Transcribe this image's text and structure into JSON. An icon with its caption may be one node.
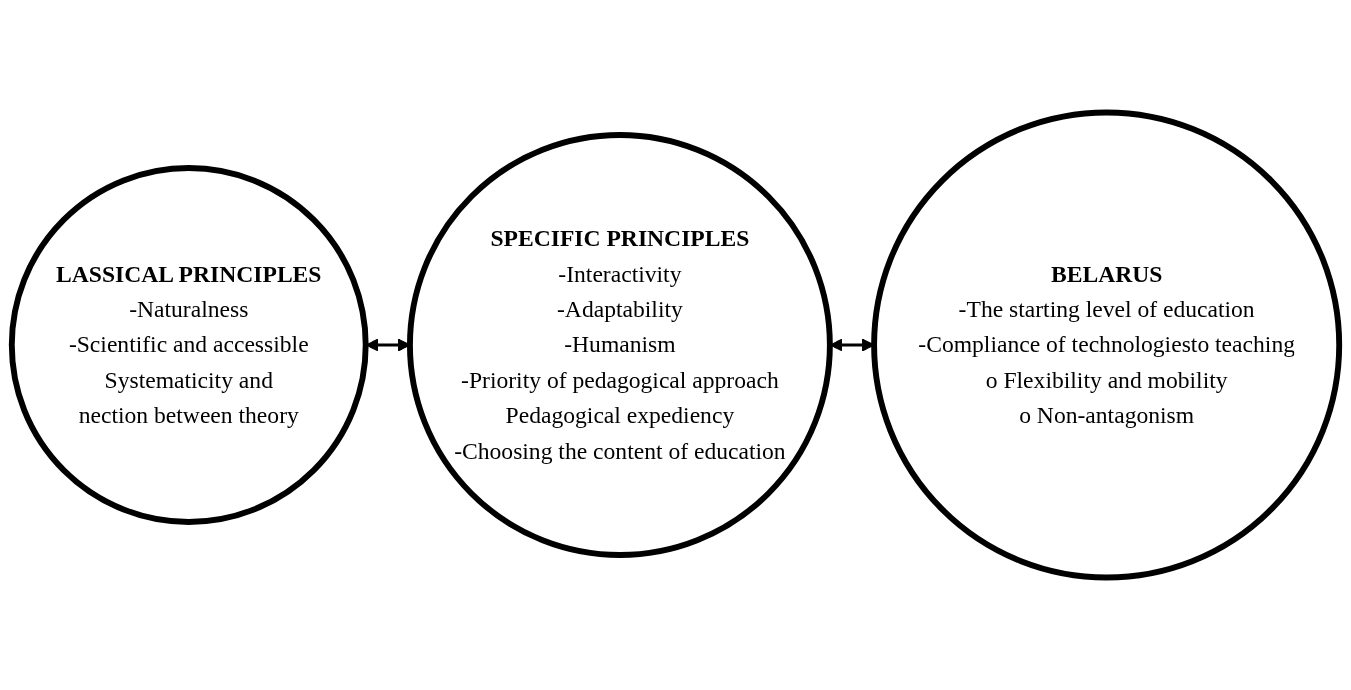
{
  "diagram": {
    "nodes": [
      {
        "text": [
          "LASSICAL PRINCIPLES",
          "-Naturalness",
          "-Scientific and accessible",
          "Systematicity and",
          "nection between theory"
        ]
      },
      {
        "text": [
          "SPECIFIC PRINCIPLES",
          "-Interactivity",
          "-Adaptability",
          "-Humanism",
          "-Priority of pedagogical approach",
          "Pedagogical expediency",
          "-Choosing the content of education"
        ]
      },
      {
        "text": [
          "BELARUS",
          "-The starting level of education",
          "-Compliance of technologiesto teaching",
          "o Flexibility and mobility",
          "o Non-antagonism"
        ]
      }
    ],
    "edges": [
      {
        "from": 0,
        "to": 1,
        "arrow": "both"
      },
      {
        "from": 1,
        "to": 2,
        "arrow": "both"
      }
    ]
  }
}
